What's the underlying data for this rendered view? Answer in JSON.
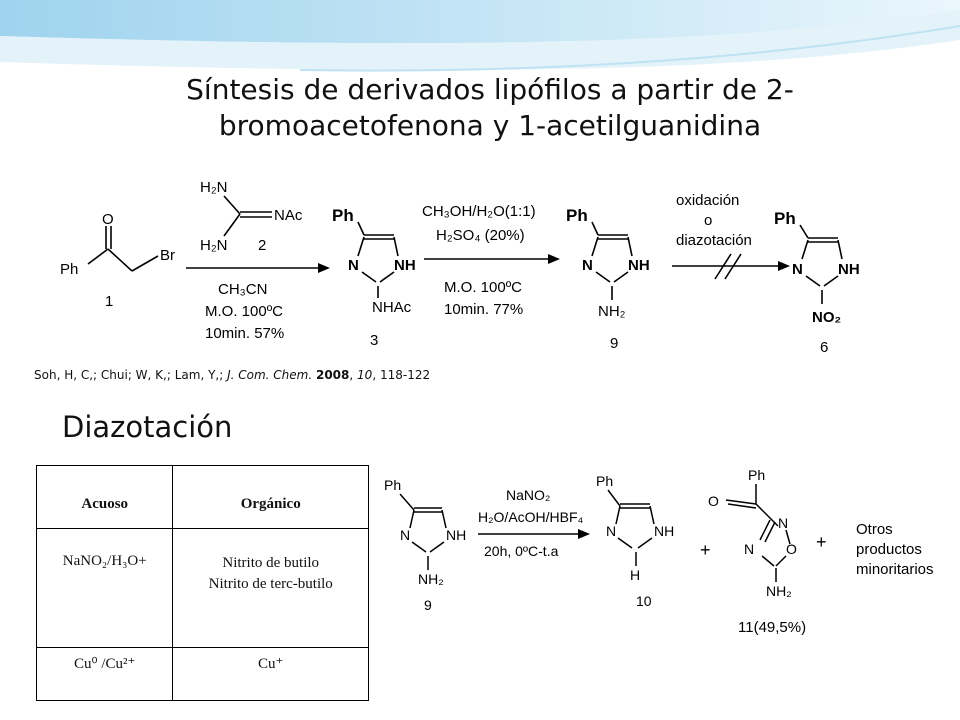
{
  "title": "Síntesis de derivados lipófilos a partir de 2-bromoacetofenona y 1-acetilguanidina",
  "scheme1": {
    "sm_atoms": {
      "o": "O",
      "ph": "Ph",
      "br": "Br"
    },
    "sm_number": "1",
    "reagent2": {
      "h2n_top": "H₂N",
      "nac": "NAc",
      "h2n_bottom": "H₂N",
      "number": "2"
    },
    "arrow1_below": [
      "CH₃CN",
      "M.O. 100ºC",
      "10min. 57%"
    ],
    "product3": {
      "ph": "Ph",
      "n": "N",
      "nh": "NH",
      "sub": "NHAc",
      "number": "3"
    },
    "arrow2_above": [
      "CH₃OH/H₂O(1:1)",
      "H₂SO₄ (20%)"
    ],
    "arrow2_below": [
      "M.O. 100ºC",
      "10min. 77%"
    ],
    "product9": {
      "ph": "Ph",
      "n": "N",
      "nh": "NH",
      "sub": "NH₂",
      "number": "9"
    },
    "arrow3_above": [
      "oxidación",
      "o",
      "diazotación"
    ],
    "product6": {
      "ph": "Ph",
      "n": "N",
      "nh": "NH",
      "sub": "NO₂",
      "number": "6"
    }
  },
  "reference": {
    "authors": "Soh, H, C,; Chui; W, K,; Lam, Y,; ",
    "journal": "J. Com. Chem.",
    "year": "2008",
    "volume": "10",
    "pages": "118-122"
  },
  "section_title": "Diazotación",
  "table": {
    "headers": [
      "Acuoso",
      "Orgánico"
    ],
    "rows": [
      [
        "NaNO₂/H₃O+",
        "Nitrito de butilo\nNitrito de terc-butilo"
      ],
      [
        "Cu⁰ /Cu²⁺",
        "Cu⁺"
      ]
    ]
  },
  "scheme2": {
    "sm": {
      "ph": "Ph",
      "n": "N",
      "nh": "NH",
      "sub": "NH₂",
      "number": "9"
    },
    "arrow_above": [
      "NaNO₂",
      "H₂O/AcOH/HBF₄"
    ],
    "arrow_below": [
      "20h, 0ºC-t.a"
    ],
    "prod10": {
      "ph": "Ph",
      "n": "N",
      "nh": "NH",
      "sub": "H",
      "number": "10"
    },
    "plus1": "+",
    "prod11": {
      "ph": "Ph",
      "o_carbonyl": "O",
      "n_top": "N",
      "n_left": "N",
      "o_ring": "O",
      "sub": "NH₂",
      "number": "11(49,5%)"
    },
    "plus2": "+",
    "others": [
      "Otros",
      "productos",
      "minoritarios"
    ]
  }
}
